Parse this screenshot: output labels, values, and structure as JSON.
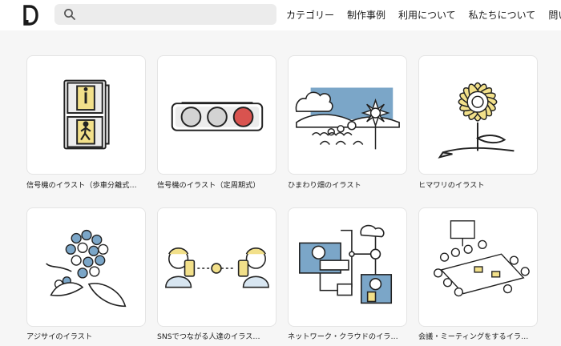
{
  "header": {
    "nav": [
      "カテゴリー",
      "制作事例",
      "利用について",
      "私たちについて",
      "問い"
    ]
  },
  "search": {
    "value": ""
  },
  "gallery": {
    "items": [
      {
        "title": "信号機のイラスト（歩車分離式…",
        "icon": "pedestrian-signal-illustration"
      },
      {
        "title": "信号機のイラスト（定周期式）",
        "icon": "traffic-light-illustration"
      },
      {
        "title": "ひまわり畑のイラスト",
        "icon": "sunflower-field-illustration"
      },
      {
        "title": "ヒマワリのイラスト",
        "icon": "sunflower-illustration"
      },
      {
        "title": "アジサイのイラスト",
        "icon": "hydrangea-illustration"
      },
      {
        "title": "SNSでつながる人達のイラス…",
        "icon": "sns-people-illustration"
      },
      {
        "title": "ネットワーク・クラウドのイラ…",
        "icon": "network-cloud-illustration"
      },
      {
        "title": "会議・ミーティングをするイラ…",
        "icon": "meeting-illustration"
      }
    ]
  },
  "colors": {
    "accent_yellow": "#f2e08a",
    "accent_blue": "#7ba6c8",
    "signal_red": "#d9534f"
  }
}
